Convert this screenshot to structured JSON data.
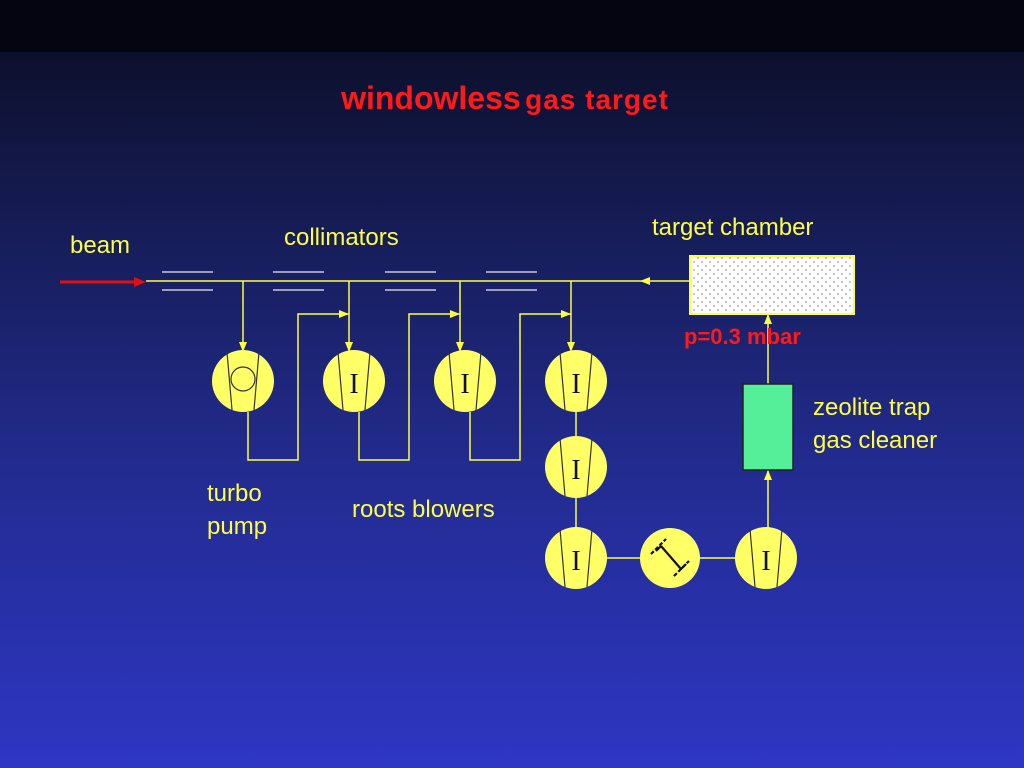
{
  "title": {
    "main": "windowless",
    "sub": "gas target"
  },
  "labels": {
    "beam": "beam",
    "collimators": "collimators",
    "target_chamber": "target chamber",
    "pressure": "p=0.3 mbar",
    "zeolite_line1": "zeolite trap",
    "zeolite_line2": "gas cleaner",
    "turbo_line1": "turbo",
    "turbo_line2": "pump",
    "roots": "roots blowers"
  },
  "pump_symbol": "I",
  "colors": {
    "line": "#ffff40",
    "pump_fill": "#ffff66",
    "beam": "#e01010",
    "trap": "#55ee99",
    "title": "#ff1a1a"
  }
}
